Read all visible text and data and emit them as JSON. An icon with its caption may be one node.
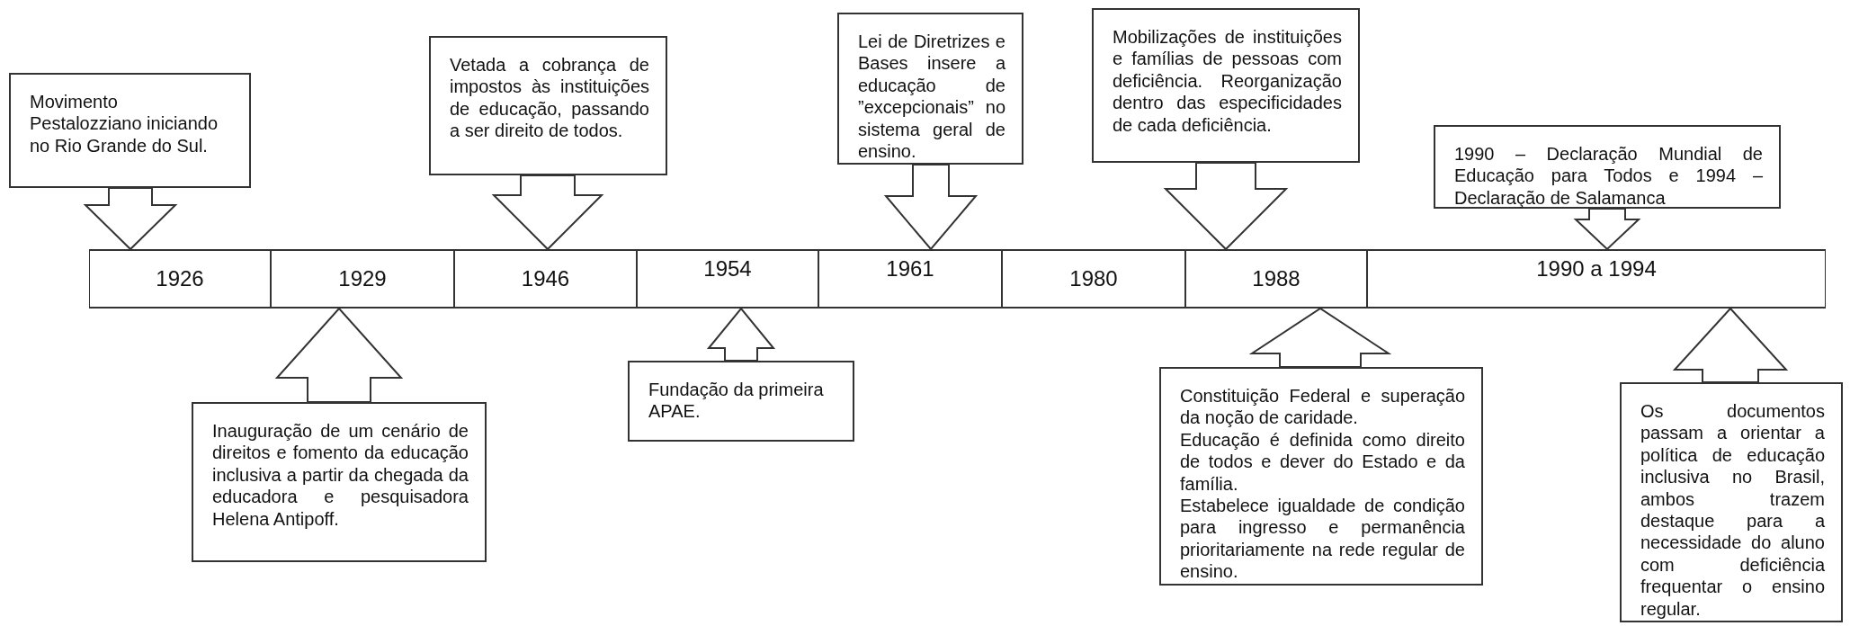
{
  "diagram": {
    "nodes": [
      {
        "text": [
          "Movimento Pestalozziano iniciando no Rio Grande do Sul."
        ]
      },
      {
        "text": [
          "Vetada a cobrança de impostos às instituições de educação, passando a ser direito de todos."
        ]
      },
      {
        "text": [
          "Lei de Diretrizes e Bases insere a educação de ”excepcionais” no sistema geral de ensino."
        ]
      },
      {
        "text": [
          "Mobilizações de instituições e famílias de pessoas com deficiência. Reorganização dentro das especificidades de cada deficiência."
        ]
      },
      {
        "text": [
          "1990 – Declaração Mundial de Educação para Todos e 1994 – Declaração de Salamanca"
        ]
      },
      {
        "text": [
          "1926"
        ]
      },
      {
        "text": [
          "1929"
        ]
      },
      {
        "text": [
          "1946"
        ]
      },
      {
        "text": [
          "1954"
        ]
      },
      {
        "text": [
          "1961"
        ]
      },
      {
        "text": [
          "1980"
        ]
      },
      {
        "text": [
          "1988"
        ]
      },
      {
        "text": [
          "1990 a 1994"
        ]
      },
      {
        "text": [
          "Inauguração de um cenário de direitos e fomento da educação inclusiva a partir da chegada da educadora e pesquisadora Helena Antipoff."
        ]
      },
      {
        "text": [
          "Fundação da primeira APAE."
        ]
      },
      {
        "text": [
          "Constituição Federal e superação da noção de caridade.",
          "Educação é definida como direito de todos e dever do Estado e da família.",
          "Estabelece igualdade de condição para ingresso e permanência prioritariamente na rede regular de ensino."
        ]
      },
      {
        "text": [
          "Os documentos passam a orientar a política de educação inclusiva no Brasil, ambos trazem destaque para a necessidade do aluno com deficiência frequentar o ensino regular."
        ]
      }
    ],
    "edges": [
      {
        "from": 0,
        "to": 5,
        "arrow": "to"
      },
      {
        "from": 1,
        "to": 7,
        "arrow": "to"
      },
      {
        "from": 2,
        "to": 9,
        "arrow": "to"
      },
      {
        "from": 3,
        "to": 11,
        "arrow": "to"
      },
      {
        "from": 4,
        "to": 12,
        "arrow": "to"
      },
      {
        "from": 13,
        "to": 6,
        "arrow": "to"
      },
      {
        "from": 14,
        "to": 8,
        "arrow": "to"
      },
      {
        "from": 15,
        "to": 11,
        "arrow": "to"
      },
      {
        "from": 16,
        "to": 12,
        "arrow": "to"
      }
    ]
  }
}
